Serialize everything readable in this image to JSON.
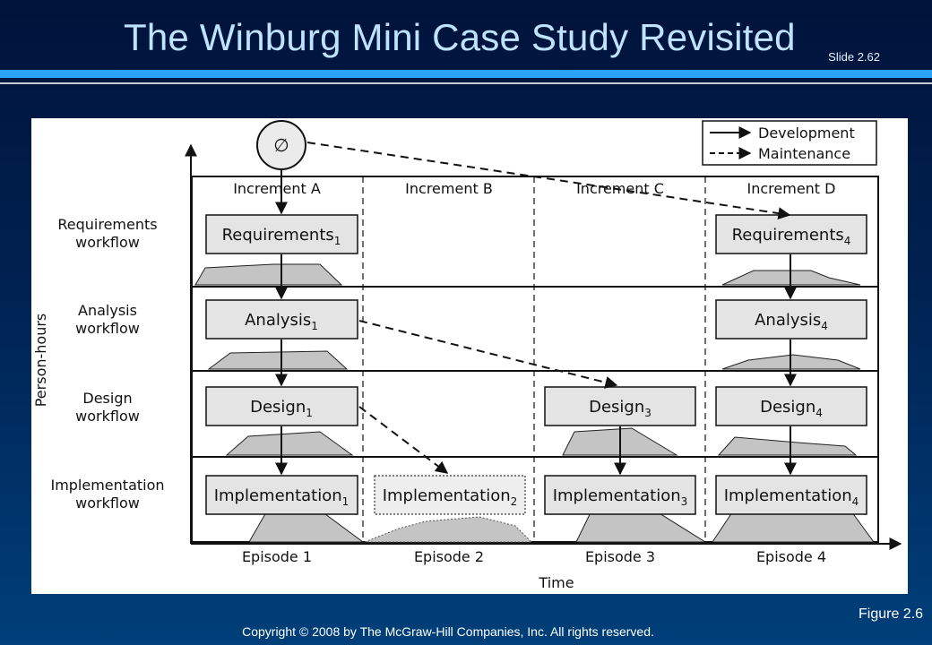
{
  "slide": {
    "title": "The Winburg Mini Case Study Revisited",
    "slide_number": "Slide 2.62",
    "figure_caption": "Figure 2.6",
    "copyright": "Copyright © 2008 by The McGraw-Hill Companies, Inc.  All rights reserved."
  },
  "diagram": {
    "start_symbol": "∅",
    "legend": {
      "development": "Development",
      "maintenance": "Maintenance"
    },
    "y_axis_label": "Person-hours",
    "x_axis_label": "Time",
    "increments": [
      "Increment A",
      "Increment B",
      "Increment C",
      "Increment D"
    ],
    "episodes": [
      "Episode 1",
      "Episode 2",
      "Episode 3",
      "Episode 4"
    ],
    "workflows": [
      {
        "line1": "Requirements",
        "line2": "workflow"
      },
      {
        "line1": "Analysis",
        "line2": "workflow"
      },
      {
        "line1": "Design",
        "line2": "workflow"
      },
      {
        "line1": "Implementation",
        "line2": "workflow"
      }
    ],
    "boxes": {
      "requirements_1": {
        "name": "Requirements",
        "sub": "1"
      },
      "requirements_4": {
        "name": "Requirements",
        "sub": "4"
      },
      "analysis_1": {
        "name": "Analysis",
        "sub": "1"
      },
      "analysis_4": {
        "name": "Analysis",
        "sub": "4"
      },
      "design_1": {
        "name": "Design",
        "sub": "1"
      },
      "design_3": {
        "name": "Design",
        "sub": "3"
      },
      "design_4": {
        "name": "Design",
        "sub": "4"
      },
      "implementation_1": {
        "name": "Implementation",
        "sub": "1"
      },
      "implementation_2": {
        "name": "Implementation",
        "sub": "2"
      },
      "implementation_3": {
        "name": "Implementation",
        "sub": "3"
      },
      "implementation_4": {
        "name": "Implementation",
        "sub": "4"
      }
    },
    "colors": {
      "box_fill": "#e4e4e4",
      "curve_fill": "#c4c4c4",
      "line": "#111111"
    }
  }
}
